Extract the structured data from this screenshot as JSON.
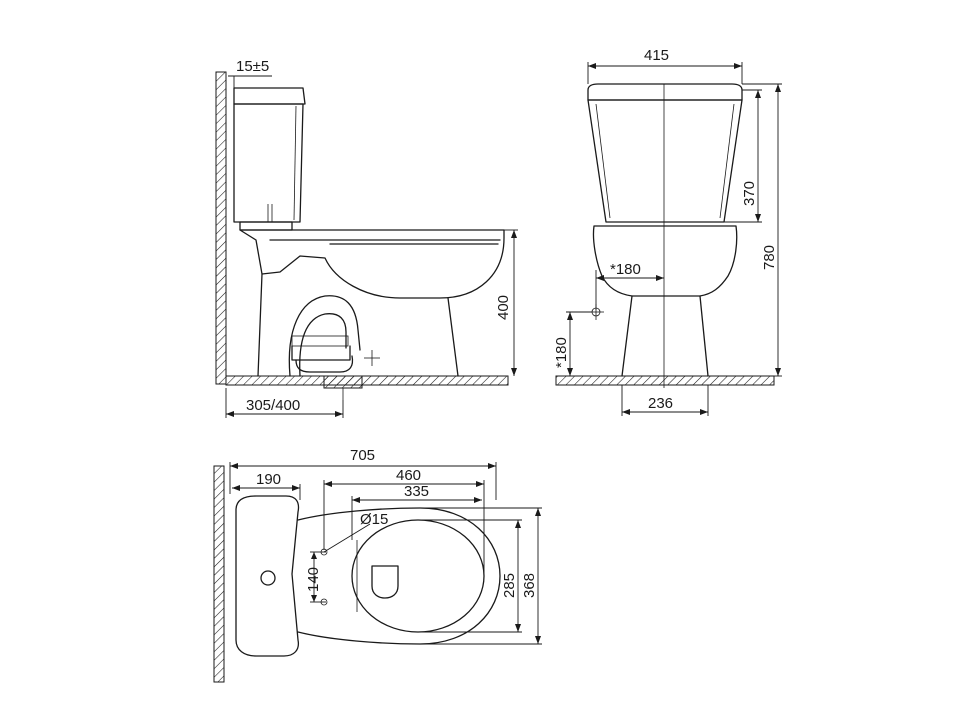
{
  "side_view": {
    "labels": {
      "wall_gap": "15±5",
      "seat_height": "400",
      "rough_in": "305/400"
    }
  },
  "front_view": {
    "labels": {
      "tank_width": "415",
      "tank_height": "370",
      "total_height": "780",
      "inlet_offset_h": "*180",
      "inlet_offset_v": "*180",
      "base_width": "236"
    }
  },
  "top_view": {
    "labels": {
      "total_length": "705",
      "tank_depth": "190",
      "bowl_length": "460",
      "opening_length": "335",
      "hole_diameter": "Ø15",
      "hole_spacing": "140",
      "opening_width": "285",
      "bowl_width": "368"
    }
  },
  "colors": {
    "line": "#1a1a1a",
    "background": "#ffffff"
  }
}
